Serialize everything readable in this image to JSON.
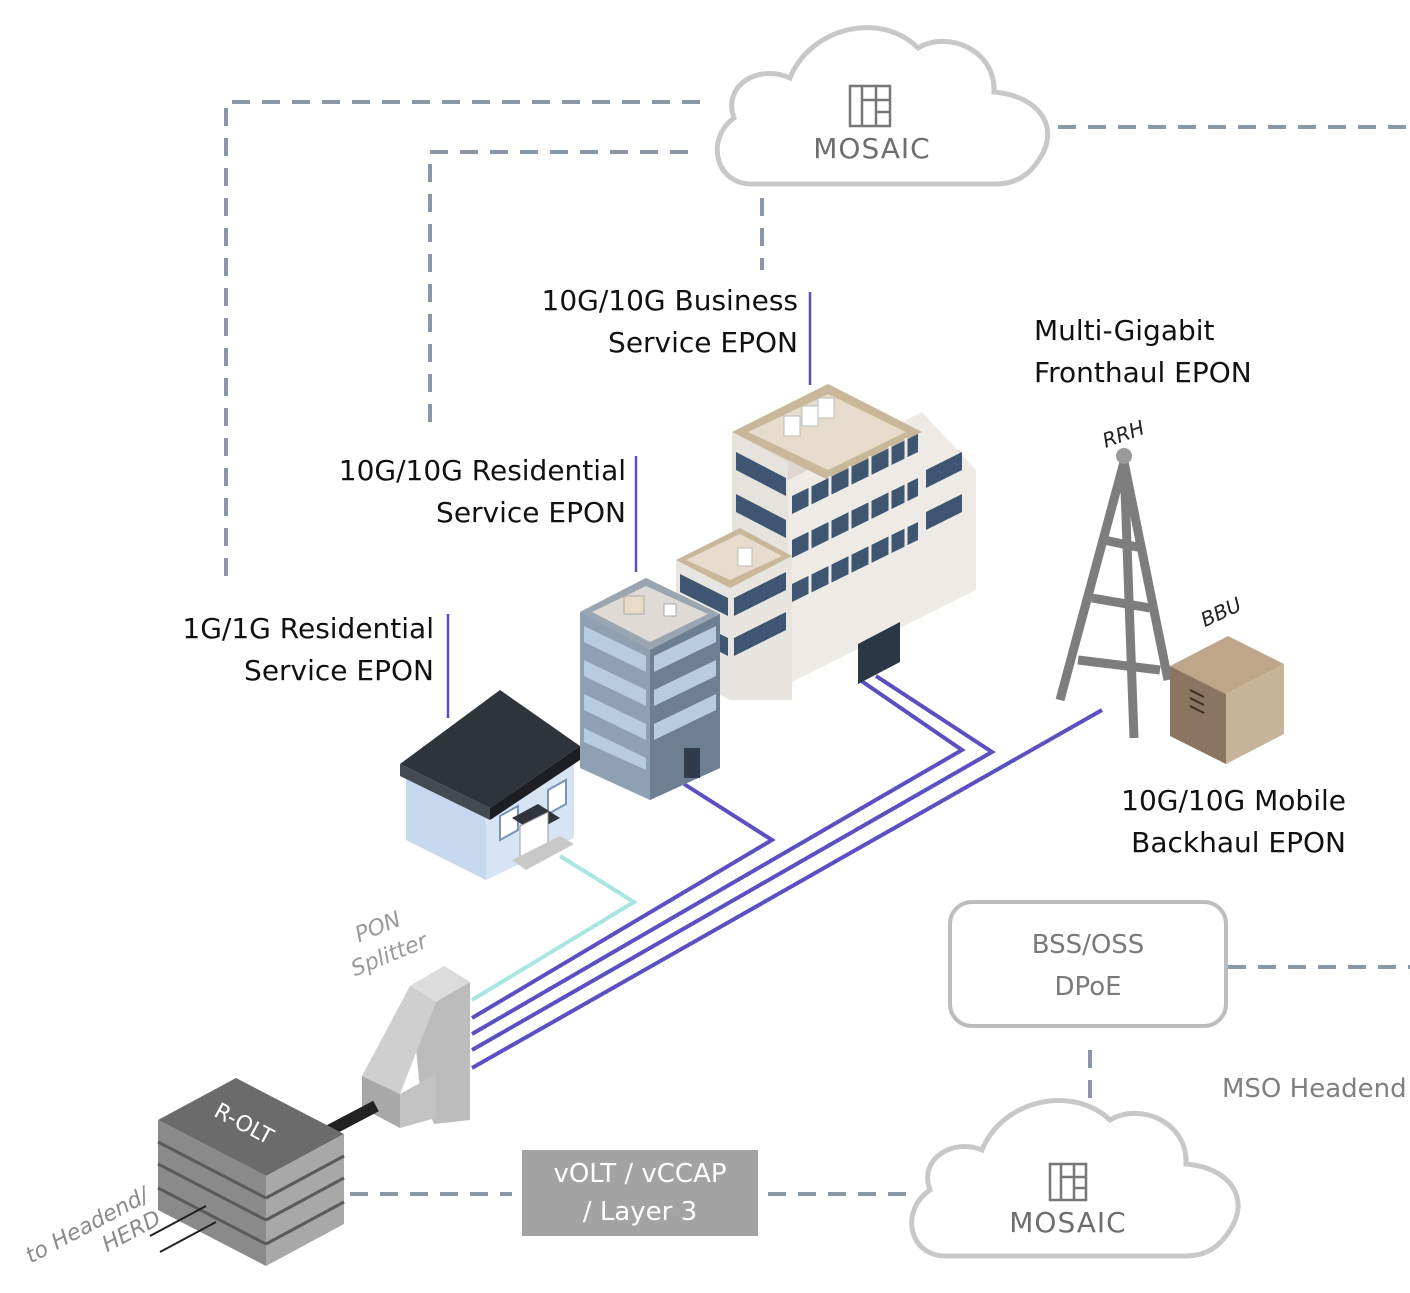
{
  "clouds": {
    "top_label": "MOSAIC",
    "bottom_label": "MOSAIC"
  },
  "labels": {
    "business": [
      "10G/10G Business",
      "Service EPON"
    ],
    "residential10": [
      "10G/10G Residential",
      "Service EPON"
    ],
    "residential1": [
      "1G/1G Residential",
      "Service EPON"
    ],
    "fronthaul": [
      "Multi-Gigabit",
      "Fronthaul EPON"
    ],
    "mobile": [
      "10G/10G Mobile",
      "Backhaul EPON"
    ]
  },
  "tower": {
    "rrh": "RRH",
    "bbu": "BBU"
  },
  "splitter": [
    "PON",
    "Splitter"
  ],
  "rolt": {
    "label": "R-OLT",
    "note": [
      "to Headend/",
      "HERD"
    ]
  },
  "bss_box": [
    "BSS/OSS",
    "DPoE"
  ],
  "volt_box": [
    "vOLT / vCCAP",
    "/ Layer 3"
  ],
  "mso_headend": "MSO Headend",
  "colors": {
    "dash": "#8a97a6",
    "fiber": "#5b4fc4",
    "fiber_light": "#a8e6e0",
    "label_line": "#5b4fc4"
  }
}
